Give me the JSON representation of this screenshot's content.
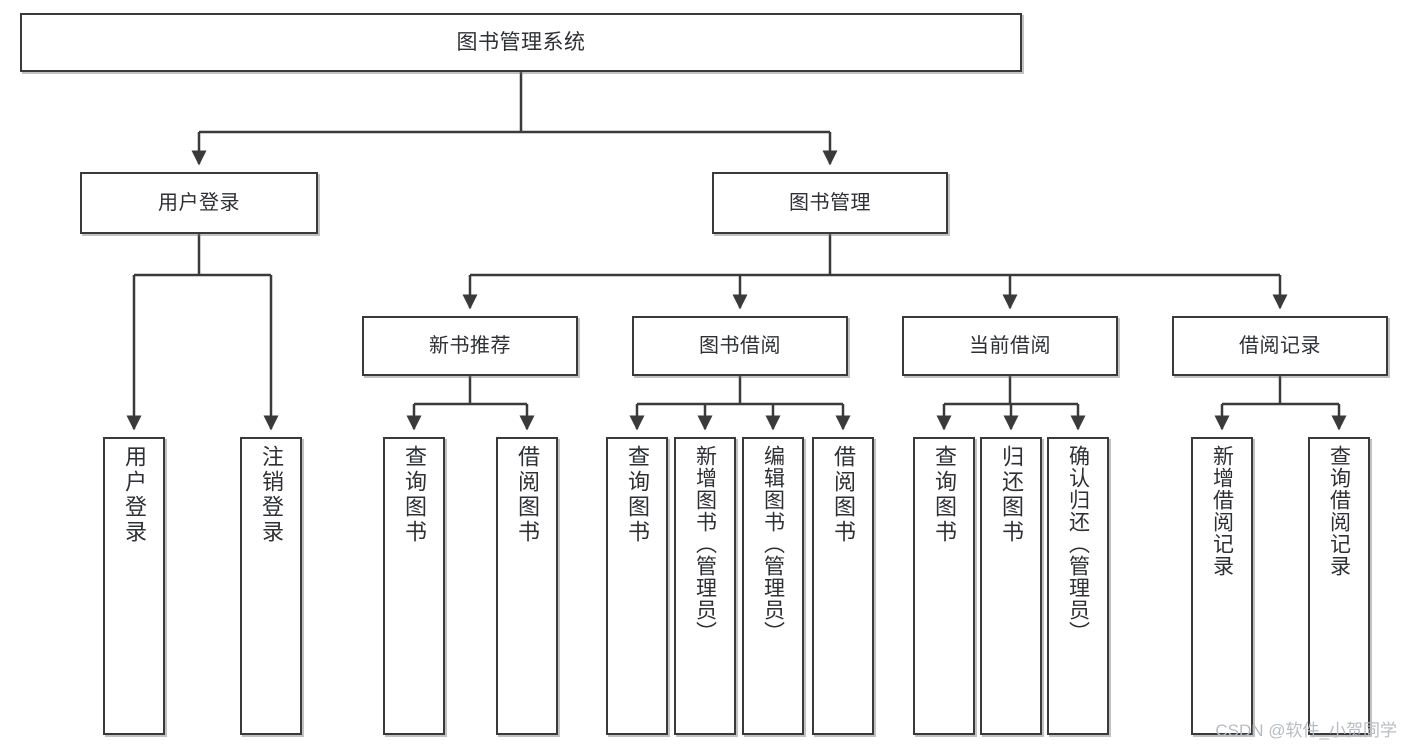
{
  "diagram": {
    "type": "tree",
    "title": "图书管理系统",
    "orientation": "top-down",
    "colors": {
      "box_border": "#3a3a3a",
      "box_fill": "#ffffff",
      "text": "#2f3033",
      "connector": "#3a3a3a",
      "watermark": "#b9bcc2"
    },
    "root": {
      "label": "图书管理系统"
    },
    "level2": [
      {
        "label": "用户登录"
      },
      {
        "label": "图书管理"
      }
    ],
    "level3": [
      {
        "label": "新书推荐"
      },
      {
        "label": "图书借阅"
      },
      {
        "label": "当前借阅"
      },
      {
        "label": "借阅记录"
      }
    ],
    "leaves": {
      "user_login": [
        {
          "label": "用户登录"
        },
        {
          "label": "注销登录"
        }
      ],
      "new_book_recommend": [
        {
          "label": "查询图书"
        },
        {
          "label": "借阅图书"
        }
      ],
      "book_borrow": [
        {
          "label": "查询图书"
        },
        {
          "label": "新增图书（管理员）"
        },
        {
          "label": "编辑图书（管理员）"
        },
        {
          "label": "借阅图书"
        }
      ],
      "current_borrow": [
        {
          "label": "查询图书"
        },
        {
          "label": "归还图书"
        },
        {
          "label": "确认归还（管理员）"
        }
      ],
      "borrow_record": [
        {
          "label": "新增借阅记录"
        },
        {
          "label": "查询借阅记录"
        }
      ]
    }
  },
  "watermark": {
    "text": "CSDN @软件_小贺同学"
  }
}
